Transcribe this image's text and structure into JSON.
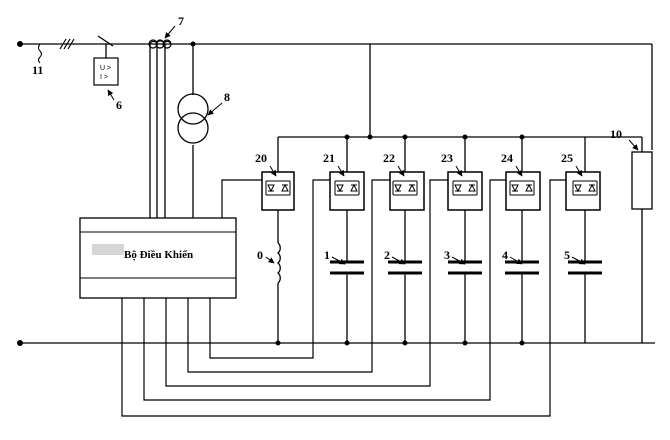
{
  "controller": {
    "label": "Bộ Điều Khiển"
  },
  "relay": {
    "line1": "U >",
    "line2": "I >"
  },
  "labels": {
    "n0": "0",
    "n1": "1",
    "n2": "2",
    "n3": "3",
    "n4": "4",
    "n5": "5",
    "n6": "6",
    "n7": "7",
    "n8": "8",
    "n10": "10",
    "n11": "11",
    "n20": "20",
    "n21": "21",
    "n22": "22",
    "n23": "23",
    "n24": "24",
    "n25": "25"
  }
}
